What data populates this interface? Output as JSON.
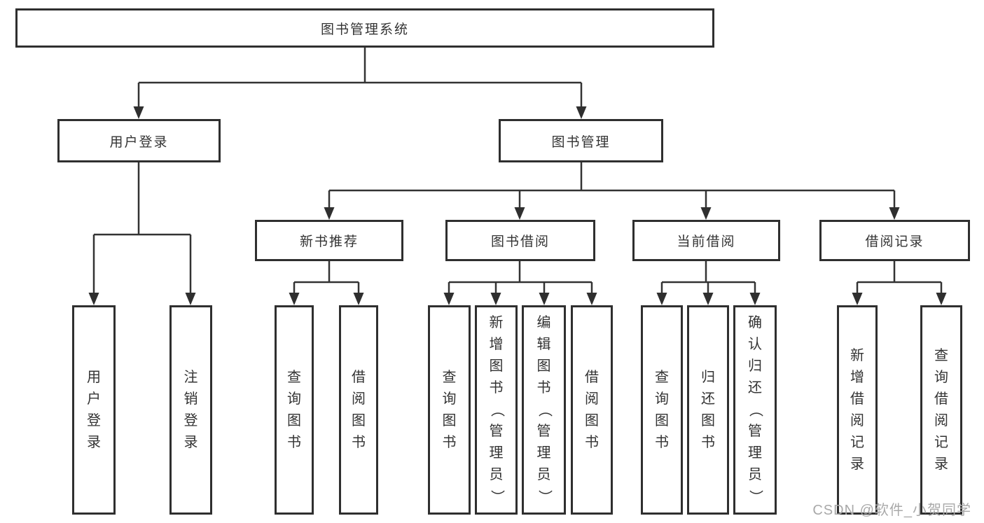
{
  "tree": {
    "root": {
      "label": "图书管理系统",
      "children": [
        {
          "label": "用户登录",
          "children": [
            {
              "label": "用户登录"
            },
            {
              "label": "注销登录"
            }
          ]
        },
        {
          "label": "图书管理",
          "children": [
            {
              "label": "新书推荐",
              "children": [
                {
                  "label": "查询图书"
                },
                {
                  "label": "借阅图书"
                }
              ]
            },
            {
              "label": "图书借阅",
              "children": [
                {
                  "label": "查询图书"
                },
                {
                  "label": "新增图书（管理员）"
                },
                {
                  "label": "编辑图书（管理员）"
                },
                {
                  "label": "借阅图书"
                }
              ]
            },
            {
              "label": "当前借阅",
              "children": [
                {
                  "label": "查询图书"
                },
                {
                  "label": "归还图书"
                },
                {
                  "label": "确认归还（管理员）"
                }
              ]
            },
            {
              "label": "借阅记录",
              "children": [
                {
                  "label": "新增借阅记录"
                },
                {
                  "label": "查询借阅记录"
                }
              ]
            }
          ]
        }
      ]
    }
  },
  "watermark": {
    "text": "CSDN @软件_小贺同学"
  },
  "colors": {
    "line": "#333333",
    "box_border": "#2f2f2f",
    "text": "#333333",
    "watermark": "#a9a9a9",
    "background": "#ffffff"
  }
}
